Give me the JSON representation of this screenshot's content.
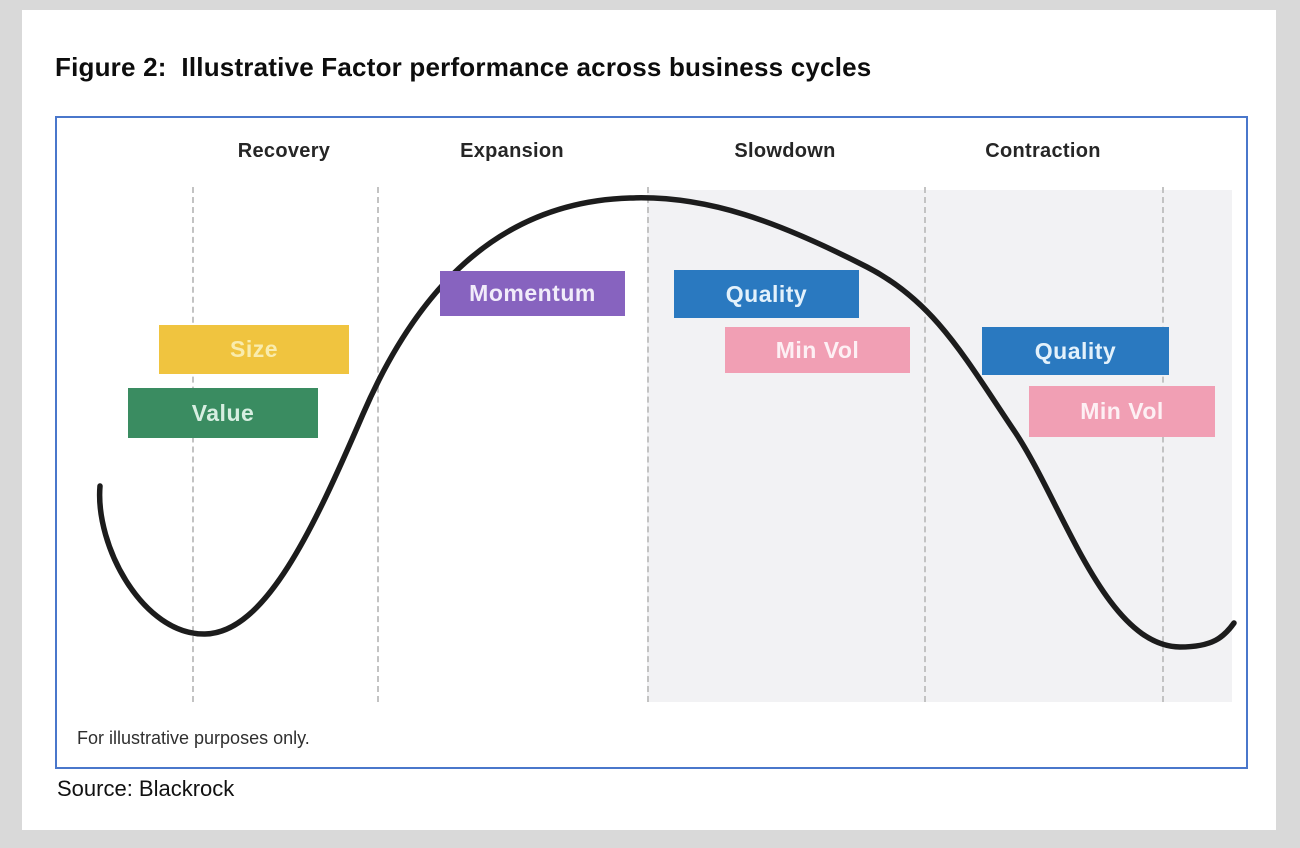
{
  "figure": {
    "title": "Figure 2:  Illustrative Factor performance across business cycles",
    "footnote": "For illustrative purposes only.",
    "source": "Source: Blackrock"
  },
  "diagram": {
    "phases": [
      {
        "label": "Recovery"
      },
      {
        "label": "Expansion"
      },
      {
        "label": "Slowdown"
      },
      {
        "label": "Contraction"
      }
    ],
    "factor_boxes": [
      {
        "phase": "Recovery",
        "label": "Size",
        "color": "#f0c43f",
        "text_color": "#f9ecae"
      },
      {
        "phase": "Recovery",
        "label": "Value",
        "color": "#3a8c61",
        "text_color": "#d7eee1"
      },
      {
        "phase": "Expansion",
        "label": "Momentum",
        "color": "#8763bf",
        "text_color": "#f1ecfa"
      },
      {
        "phase": "Slowdown",
        "label": "Quality",
        "color": "#2a79c0",
        "text_color": "#e3f1fb"
      },
      {
        "phase": "Slowdown",
        "label": "Min Vol",
        "color": "#f19fb4",
        "text_color": "#fdf0f4"
      },
      {
        "phase": "Contraction",
        "label": "Quality",
        "color": "#2a79c0",
        "text_color": "#e3f1fb"
      },
      {
        "phase": "Contraction",
        "label": "Min Vol",
        "color": "#f19fb4",
        "text_color": "#fdf0f4"
      }
    ],
    "curve_color": "#1c1c1c",
    "shading_color": "#f2f2f4",
    "card_border_color": "#4a77cb",
    "divider_color": "#c3c3c3"
  }
}
